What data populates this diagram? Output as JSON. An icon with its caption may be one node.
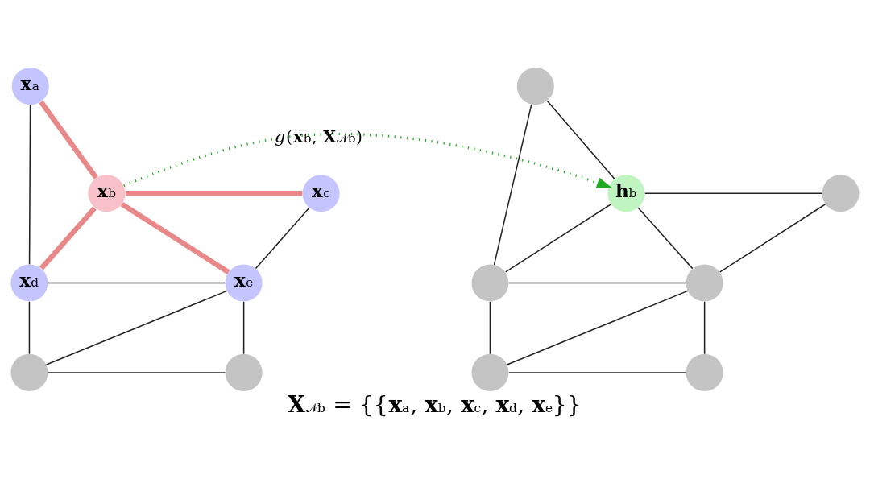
{
  "diagram": {
    "caption": "**X**$_{𝒩b}$ = {{**x**$_{a}$, **x**$_{b}$, **x**$_{c}$, **x**$_{d}$, **x**$_{e}$}}",
    "nodes": [
      {
        "text": [
          "**x**$_{a}$"
        ]
      },
      {
        "text": [
          "**x**$_{b}$"
        ]
      },
      {
        "text": [
          "**x**$_{c}$"
        ]
      },
      {
        "text": [
          "**x**$_{d}$"
        ]
      },
      {
        "text": [
          "**x**$_{e}$"
        ]
      },
      {
        "text": [],
        "shape": "circle"
      },
      {
        "text": [],
        "shape": "circle"
      },
      {
        "text": [],
        "shape": "circle"
      },
      {
        "text": [
          "**h**$_{b}$"
        ]
      },
      {
        "text": [],
        "shape": "circle"
      },
      {
        "text": [],
        "shape": "circle"
      },
      {
        "text": [],
        "shape": "circle"
      },
      {
        "text": [],
        "shape": "circle"
      },
      {
        "text": [],
        "shape": "circle"
      }
    ],
    "edges": [
      {
        "from": 0,
        "to": 1,
        "arrow": "none",
        "style": "thick",
        "color": "#e88888"
      },
      {
        "from": 0,
        "to": 3,
        "arrow": "none"
      },
      {
        "from": 1,
        "to": 2,
        "arrow": "none",
        "style": "thick",
        "color": "#e88888"
      },
      {
        "from": 1,
        "to": 3,
        "arrow": "none",
        "style": "thick",
        "color": "#e88888"
      },
      {
        "from": 1,
        "to": 4,
        "arrow": "none",
        "style": "thick",
        "color": "#e88888"
      },
      {
        "from": 3,
        "to": 4,
        "arrow": "none"
      },
      {
        "from": 3,
        "to": 5,
        "arrow": "none"
      },
      {
        "from": 4,
        "to": 2,
        "arrow": "none"
      },
      {
        "from": 4,
        "to": 5,
        "arrow": "none"
      },
      {
        "from": 4,
        "to": 6,
        "arrow": "none"
      },
      {
        "from": 5,
        "to": 6,
        "arrow": "none"
      },
      {
        "from": 7,
        "to": 8,
        "arrow": "none"
      },
      {
        "from": 7,
        "to": 10,
        "arrow": "none"
      },
      {
        "from": 8,
        "to": 9,
        "arrow": "none"
      },
      {
        "from": 8,
        "to": 10,
        "arrow": "none"
      },
      {
        "from": 8,
        "to": 11,
        "arrow": "none"
      },
      {
        "from": 10,
        "to": 11,
        "arrow": "none"
      },
      {
        "from": 10,
        "to": 12,
        "arrow": "none"
      },
      {
        "from": 11,
        "to": 9,
        "arrow": "none"
      },
      {
        "from": 11,
        "to": 12,
        "arrow": "none"
      },
      {
        "from": 11,
        "to": 13,
        "arrow": "none"
      },
      {
        "from": 12,
        "to": 13,
        "arrow": "none"
      },
      {
        "from": 1,
        "to": 8,
        "arrow": "to",
        "style": "dashed",
        "color": "#22aa22",
        "label": "*g*(**x**$_{b}$, **X**$_{𝒩b}$)"
      }
    ]
  }
}
